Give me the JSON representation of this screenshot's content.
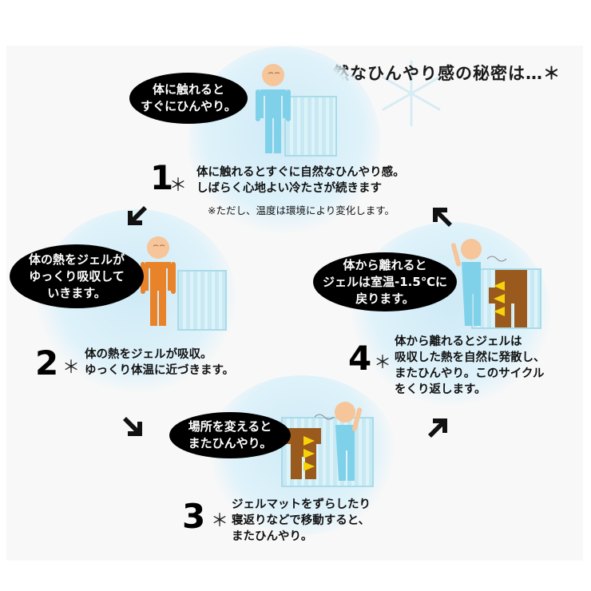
{
  "title": "＊自然なひんやり感の秘密は…＊",
  "steps": [
    {
      "number": "1",
      "bubble": "体に触れると\nすぐにひんやり。",
      "description": "体に触れるとすぐに自然なひんやり感。\nしばらく心地よい冷たさが続きます",
      "note": "※ただし、温度は環境により変化します。"
    },
    {
      "number": "2",
      "bubble": "体の熱をジェルが\nゆっくり吸収して\nいきます。",
      "description": "体の熱をジェルが吸収。\nゆっくり体温に近づきます。"
    },
    {
      "number": "3",
      "bubble": "場所を変えると\nまたひんやり。",
      "description": "ジェルマットをずらしたり\n寝返りなどで移動すると、\nまたひんやり。"
    },
    {
      "number": "4",
      "bubble": "体から離れると\nジェルは室温-1.5℃に\n戻ります。",
      "description": "体から離れるとジェルは\n吸収した熱を自然に発散し、\nまたひんやり。このサイクル\nをくり返します。"
    }
  ],
  "star_symbol": "＊",
  "colors": {
    "cool_figure": "#7fd1ea",
    "warm_figure": "#e8832a",
    "skin": "#f6c59a",
    "mat": "#c8e9f3",
    "heat_brown": "#9a5a1e",
    "heat_arrow": "#f5d20a",
    "bubble": "#000000",
    "glow": "#dff2fa"
  }
}
